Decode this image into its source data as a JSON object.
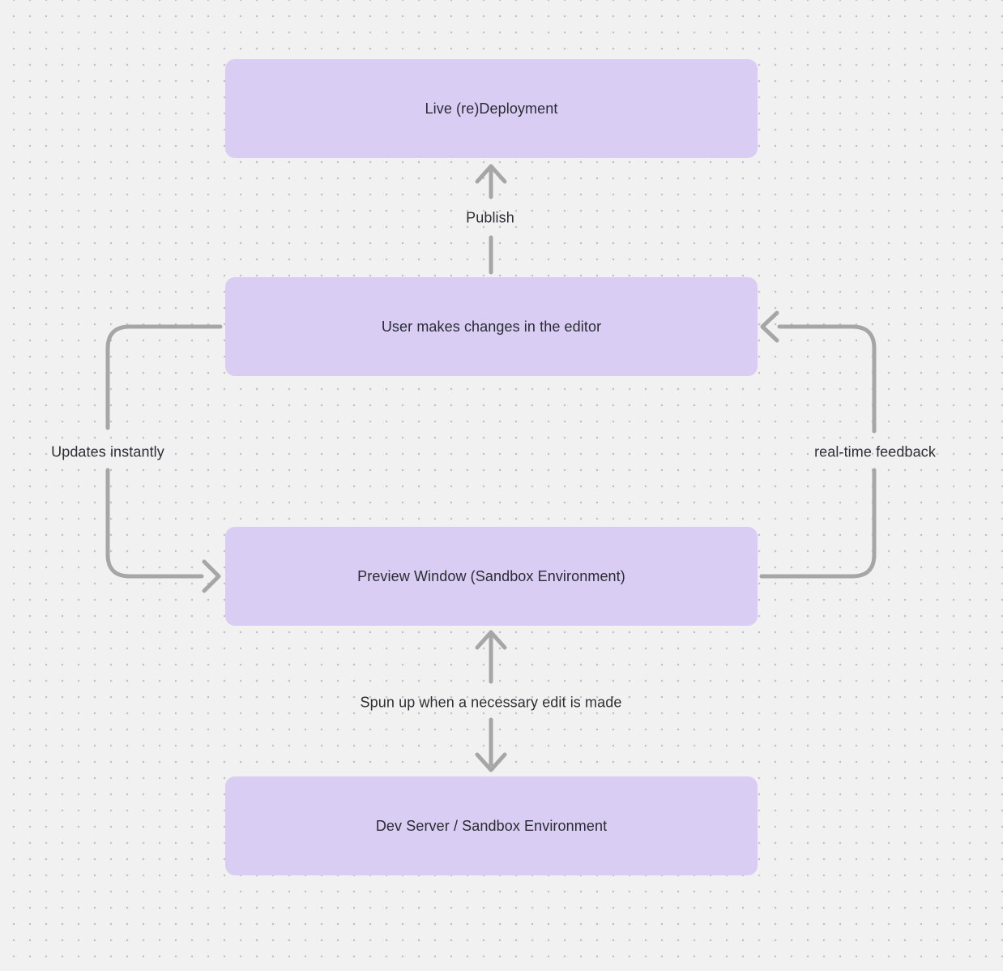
{
  "diagram": {
    "nodes": [
      {
        "id": "live-redeployment",
        "label": "Live (re)Deployment"
      },
      {
        "id": "editor-changes",
        "label": "User makes changes in the editor"
      },
      {
        "id": "preview-window",
        "label": "Preview Window (Sandbox Environment)"
      },
      {
        "id": "dev-server",
        "label": "Dev Server / Sandbox Environment"
      }
    ],
    "edges": [
      {
        "from": "editor-changes",
        "to": "live-redeployment",
        "label": "Publish",
        "style": "straight-up-arrow"
      },
      {
        "from": "editor-changes",
        "to": "preview-window",
        "label": "Updates instantly",
        "style": "left-loop-arrow"
      },
      {
        "from": "preview-window",
        "to": "editor-changes",
        "label": "real-time feedback",
        "style": "right-loop-arrow"
      },
      {
        "from": "preview-window",
        "to": "dev-server",
        "label": "Spun up when a necessary edit is made",
        "style": "double-headed-vertical-arrow"
      }
    ],
    "colors": {
      "background": "#f2f1f1",
      "dot_grid": "#c2c1c1",
      "node_fill": "#d9cdf4",
      "node_text": "#2b2b33",
      "arrow": "#a6a6a6",
      "label_text": "#2e2e34"
    }
  }
}
